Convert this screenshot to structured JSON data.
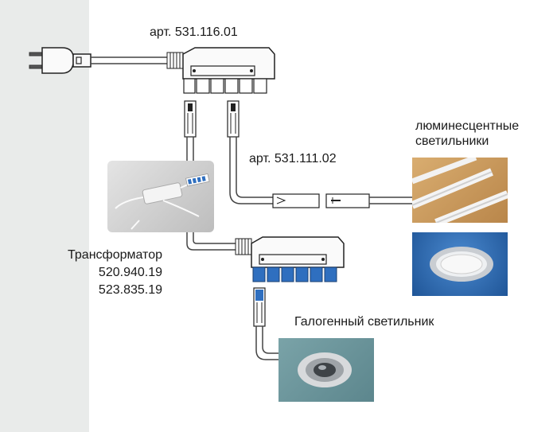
{
  "labels": {
    "art_top": "арт. 531.116.01",
    "art_mid": "арт. 531.111.02",
    "fluorescent_line1": "люминесцентные",
    "fluorescent_line2": "светильники",
    "transformer_title": "Трансформатор",
    "transformer_code1": "520.940.19",
    "transformer_code2": "523.835.19",
    "halogen": "Галогенный светильник"
  },
  "colors": {
    "sidebar": "#e9ebea",
    "distributor_port_blue": "#2f6fbf",
    "photo_transformer_bg": "#cfcfcf",
    "photo_wood": "#c89a5a",
    "photo_blue_bg": "#2f6fb3",
    "photo_teal_bg": "#6f99a0"
  },
  "icons": {
    "plug": "euro-plug-icon",
    "distributor": "junction-box-icon",
    "connector": "cable-connector-icon"
  }
}
